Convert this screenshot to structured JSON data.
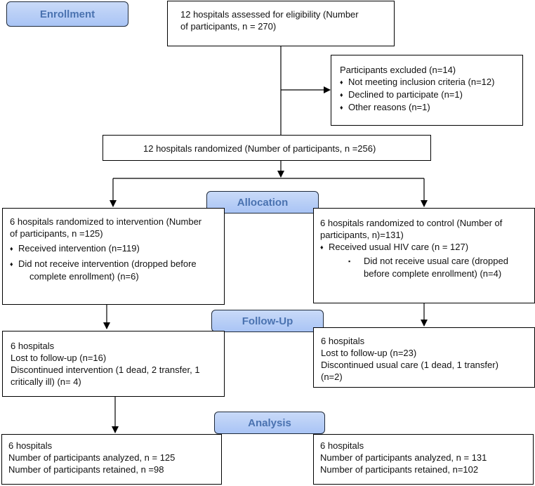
{
  "stages": {
    "enrollment": "Enrollment",
    "allocation": "Allocation",
    "follow_up": "Follow-Up",
    "analysis": "Analysis"
  },
  "assessed": {
    "line1": "12 hospitals assessed for eligibility (Number",
    "line2": "of participants, n = 270)"
  },
  "excluded": {
    "title": "Participants excluded  (n=14)",
    "bullet_symbol": "♦",
    "items": [
      "Not meeting inclusion criteria (n=12)",
      "Declined to participate (n=1)",
      "Other reasons (n=1)"
    ]
  },
  "randomized": {
    "text": "12 hospitals randomized (Number of participants, n =256)"
  },
  "intervention_alloc": {
    "line1": "6 hospitals randomized to intervention (Number",
    "line2": "of participants, n =125)",
    "bullet_symbol": "♦",
    "received": "Received intervention (n=119)",
    "not_received_1": "Did not receive intervention (dropped before",
    "not_received_2": "complete enrollment) (n=6)"
  },
  "control_alloc": {
    "line1": "6 hospitals randomized to control (Number of",
    "line2": "participants, n)=131)",
    "bullet_symbol": "♦",
    "received": "Received usual HIV care (n = 127)",
    "square_symbol": "▪",
    "not_received_1": "Did not receive usual care (dropped",
    "not_received_2": "before complete enrollment) (n=4)"
  },
  "intervention_followup": {
    "line1": "6 hospitals",
    "line2": "Lost to follow-up (n=16)",
    "line3": "Discontinued intervention (1 dead, 2 transfer, 1",
    "line4": "critically ill) (n= 4)"
  },
  "control_followup": {
    "line1": "6 hospitals",
    "line2": "Lost to follow-up (n=23)",
    "line3": "Discontinued usual care (1 dead, 1 transfer)",
    "line4": "(n=2)"
  },
  "intervention_analysis": {
    "line1": "6 hospitals",
    "line2": "Number of participants analyzed, n = 125",
    "line3": "Number of participants retained, n =98"
  },
  "control_analysis": {
    "line1": "6 hospitals",
    "line2": "Number of participants analyzed, n = 131",
    "line3": "Number of participants retained, n=102"
  }
}
